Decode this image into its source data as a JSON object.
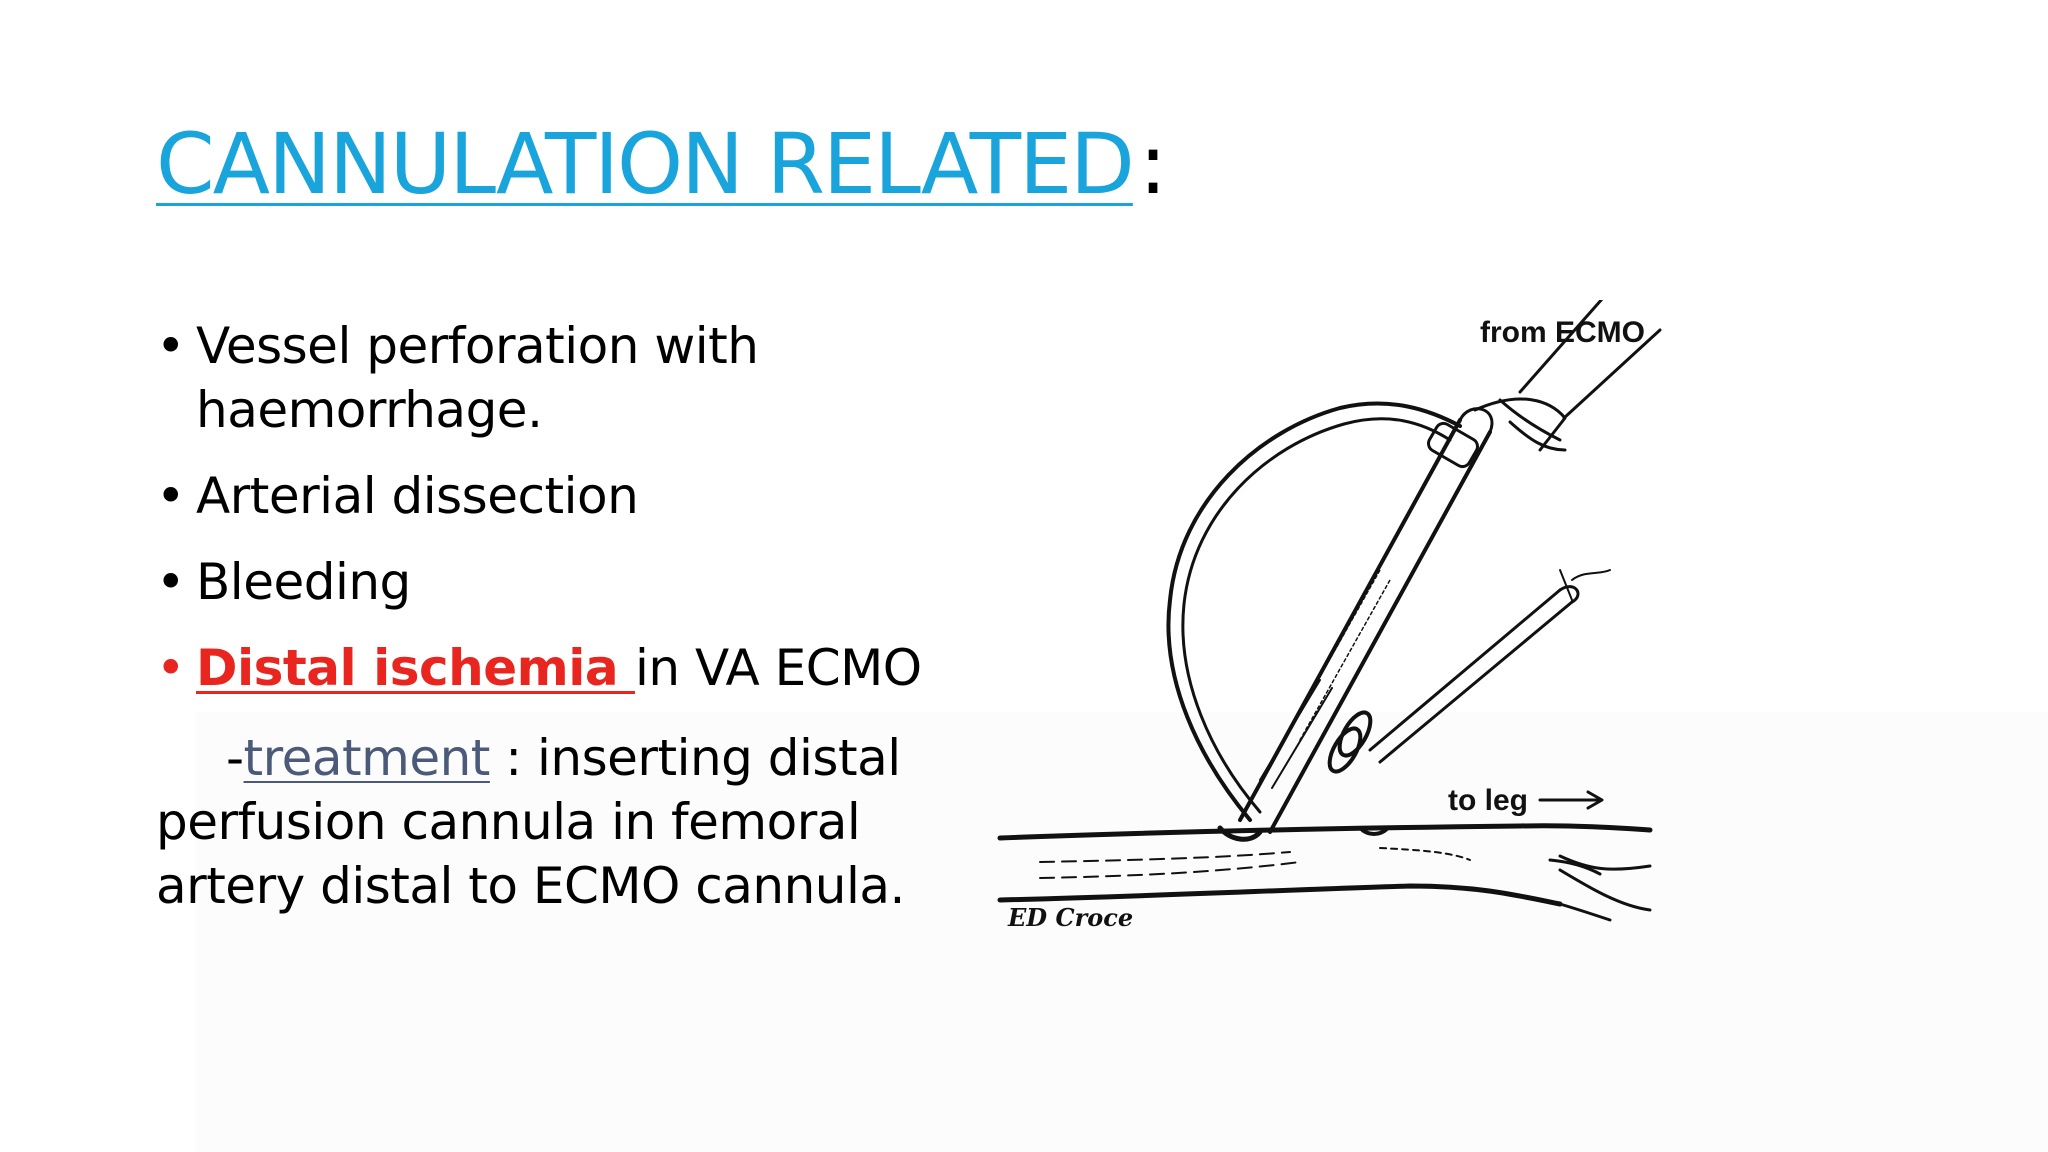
{
  "slide": {
    "title": "CANNULATION RELATED",
    "title_suffix": ":",
    "bullets": [
      {
        "text": "Vessel perforation with haemorrhage."
      },
      {
        "text": "Arterial dissection"
      },
      {
        "text": "Bleeding"
      }
    ],
    "highlight_bullet": {
      "emphasis": "Distal ischemia ",
      "rest": "in VA ECMO"
    },
    "treatment": {
      "prefix": "-",
      "link": "treatment",
      "rest": " : inserting distal perfusion cannula in femoral artery distal to ECMO cannula."
    },
    "colors": {
      "title": "#1aa4dc",
      "highlight": "#e8251f",
      "link": "#4a5a78"
    }
  },
  "figure": {
    "label_top": "from ECMO",
    "label_right": "to leg",
    "signature": "ED Croce"
  }
}
